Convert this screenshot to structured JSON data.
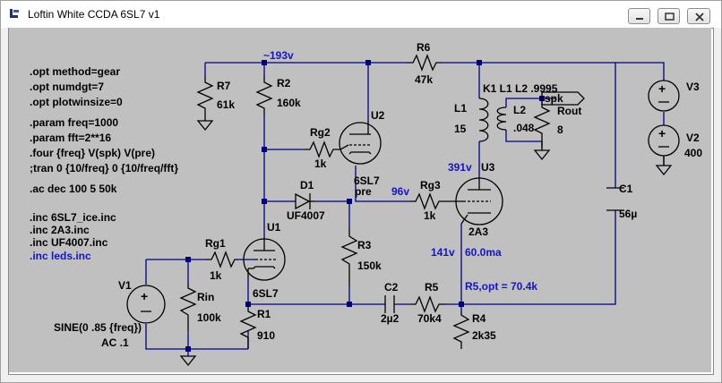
{
  "window": {
    "title": "Loftin White CCDA 6SL7 v1",
    "controls": [
      "minimize",
      "maximize",
      "close"
    ]
  },
  "directives": {
    "black": [
      ".opt method=gear",
      ".opt numdgt=7",
      ".opt plotwinsize=0",
      ".param freq=1000",
      ".param fft=2**16",
      ".four {freq} V(spk) V(pre)",
      ";tran 0 {10/freq} 0 {10/freq/fft}",
      ".ac dec 100 5 50k",
      ".inc 6SL7_ice.inc",
      ".inc 2A3.inc",
      ".inc UF4007.inc"
    ],
    "blue": [
      ".inc leds.inc"
    ]
  },
  "components": {
    "R7": {
      "name": "R7",
      "value": "61k"
    },
    "R2": {
      "name": "R2",
      "value": "160k"
    },
    "R6": {
      "name": "R6",
      "value": "47k"
    },
    "Rg2": {
      "name": "Rg2",
      "value": "1k"
    },
    "U2": {
      "name": "U2",
      "model": "6SL7"
    },
    "D1": {
      "name": "D1",
      "model": "UF4007"
    },
    "Rg3": {
      "name": "Rg3",
      "value": "1k"
    },
    "U3": {
      "name": "U3",
      "model": "2A3"
    },
    "L1": {
      "name": "L1",
      "value": "15"
    },
    "L2": {
      "name": "L2",
      "value": ".048"
    },
    "K1": {
      "text": "K1 L1 L2 .9995"
    },
    "Rout": {
      "name": "Rout",
      "value": "8"
    },
    "V3": {
      "name": "V3"
    },
    "V2": {
      "name": "V2",
      "value": "400"
    },
    "C1": {
      "name": "C1",
      "value": "56µ"
    },
    "Rg1": {
      "name": "Rg1",
      "value": "1k"
    },
    "U1": {
      "name": "U1",
      "model": "6SL7"
    },
    "R3": {
      "name": "R3",
      "value": "150k"
    },
    "V1": {
      "name": "V1",
      "source": "SINE(0 .85 {freq})",
      "ac": "AC .1"
    },
    "Rin": {
      "name": "Rin",
      "value": "100k"
    },
    "R1": {
      "name": "R1",
      "value": "910"
    },
    "C2": {
      "name": "C2",
      "value": "2µ2"
    },
    "R5": {
      "name": "R5",
      "value": "70k4"
    },
    "R4": {
      "name": "R4",
      "value": "2k35"
    }
  },
  "net_labels": {
    "pre": "pre",
    "spk": "spk"
  },
  "annotations": {
    "v193": "~193v",
    "v391": "391v",
    "v96": "96v",
    "v141": "141v",
    "current": "60.0ma",
    "r5opt": "R5,opt = 70.4k"
  },
  "colors": {
    "canvas": "#c0c0c0",
    "wire": "#000080",
    "annotation": "#1515c8"
  }
}
